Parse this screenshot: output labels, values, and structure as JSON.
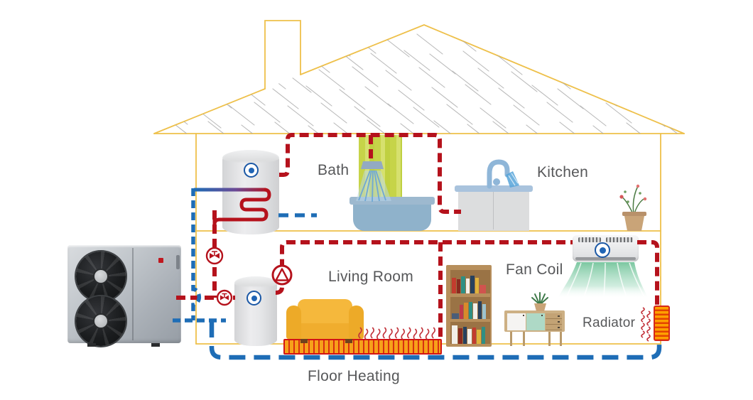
{
  "labels": {
    "bath": "Bath",
    "kitchen": "Kitchen",
    "living_room": "Living Room",
    "fan_coil": "Fan Coil",
    "radiator": "Radiator",
    "floor_heating": "Floor Heating"
  },
  "colors": {
    "hot_pipe": "#b5121c",
    "cold_pipe": "#1e6db6",
    "house_outline": "#eec04a",
    "roof_hatch": "#a8a8a8",
    "label_text": "#57585a",
    "shower_curtain": "#c9d54a",
    "water": "#7fb7da",
    "airflow_green": "#7ec9a3",
    "floor_heating_strip": "#f7a11a",
    "radiator_orange": "#ff8c00",
    "sofa_yellow": "#f5b83c",
    "wood_tan": "#b78f5c"
  },
  "icons": {
    "valve": "valve-icon",
    "pump": "pump-icon",
    "brand_logo": "brand-logo",
    "heat_squiggle": "heat-waves-icon"
  }
}
